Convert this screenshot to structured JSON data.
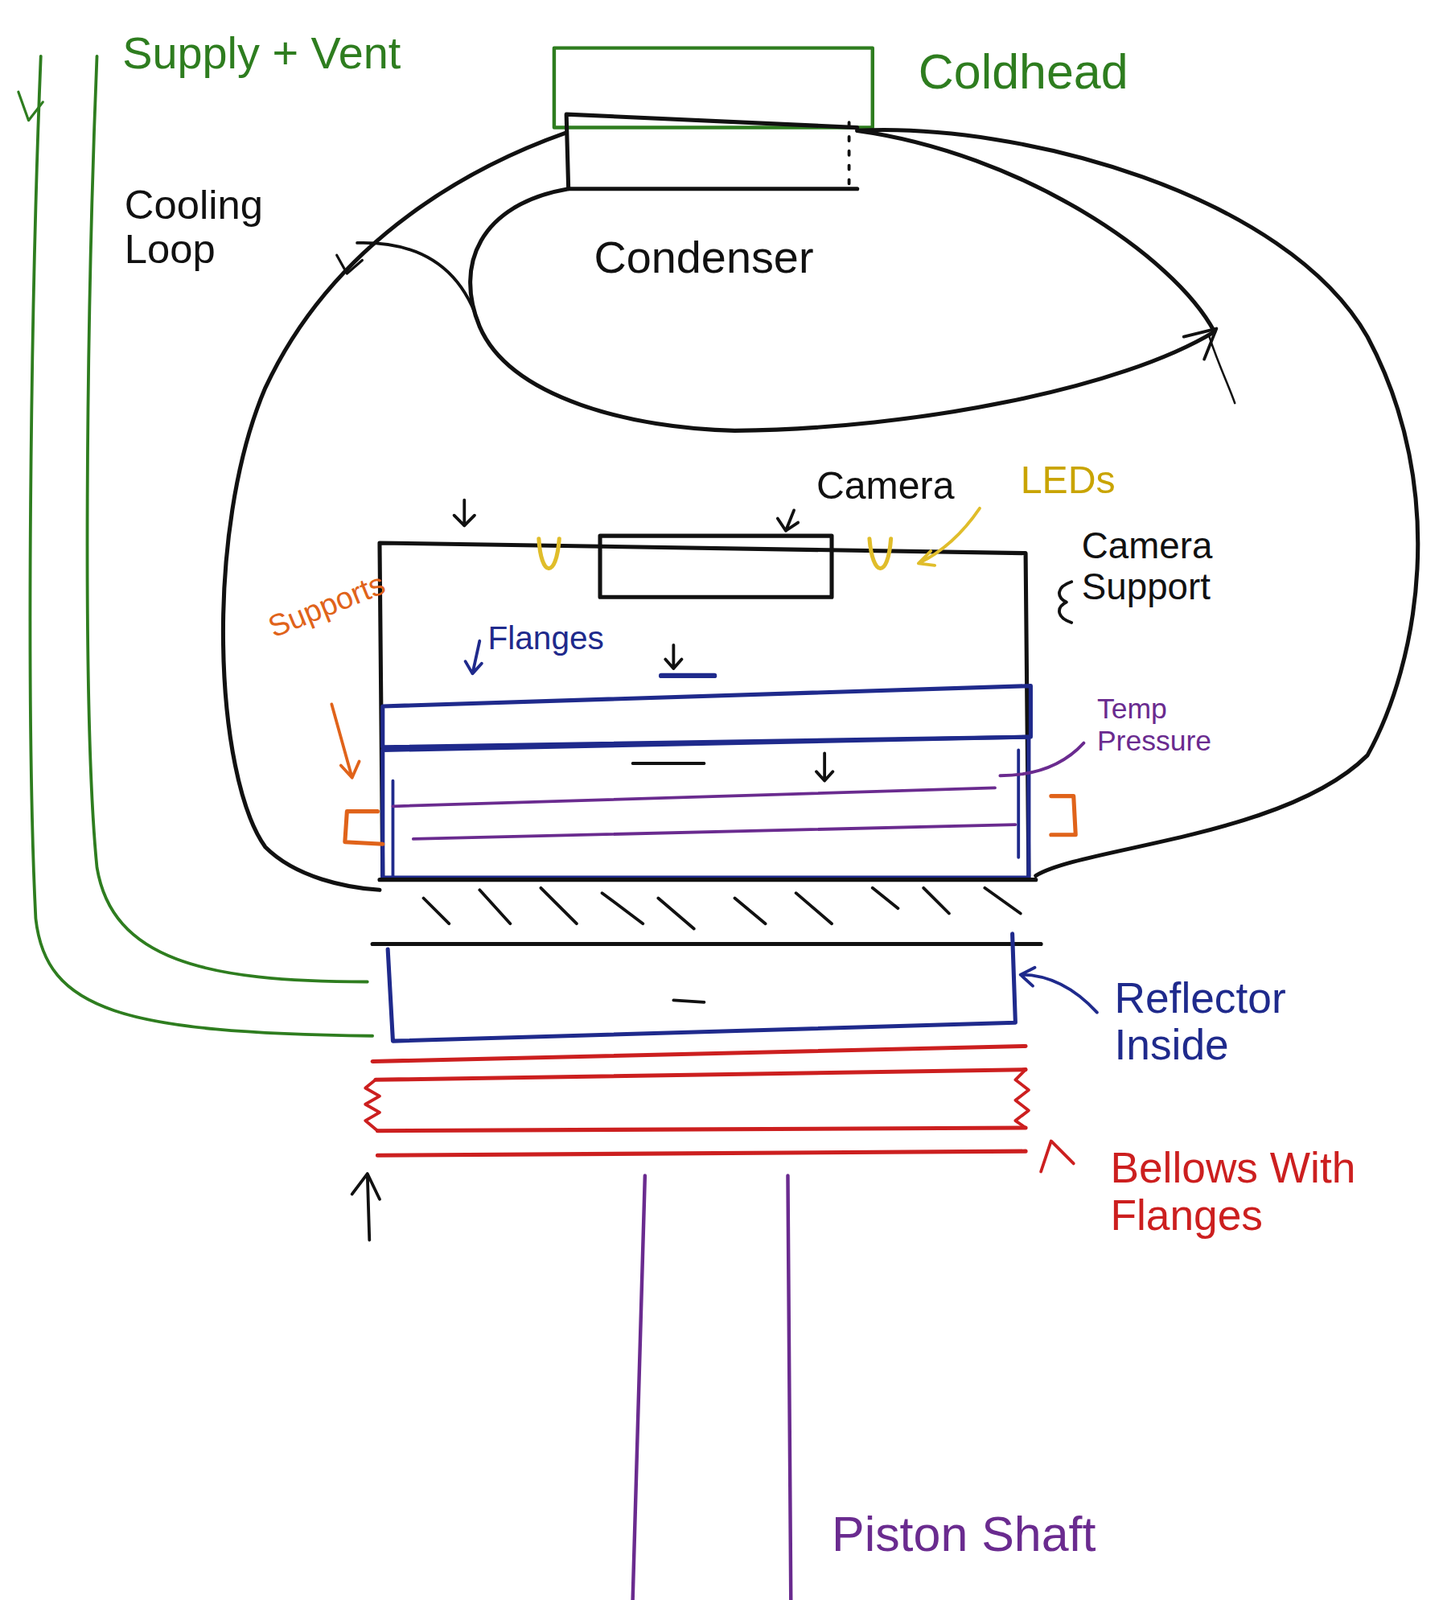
{
  "diagram": {
    "nodes": [
      {
        "text": [
          "Condenser"
        ]
      }
    ],
    "labels": [
      "Supply + Vent",
      "Coldhead",
      "Cooling Loop",
      "Camera",
      "LEDs",
      "Camera Support",
      "Supports",
      "Flanges",
      "Temp Pressure",
      "Reflector Inside",
      "Bellows With Flanges",
      "Piston Shaft"
    ]
  }
}
